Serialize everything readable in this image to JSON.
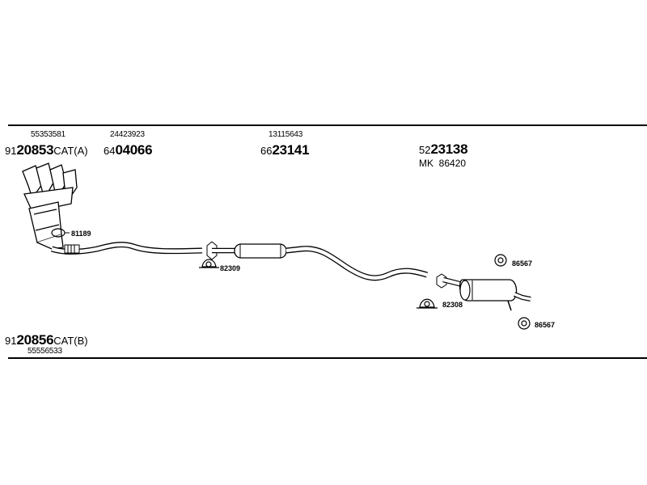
{
  "top_group": {
    "manifold": {
      "oe": "55353581",
      "prefix": "91",
      "number": "20853",
      "suffix": "CAT(A)"
    },
    "front_pipe": {
      "oe": "24423923",
      "prefix": "64",
      "number": "04066"
    },
    "middle_silencer": {
      "oe": "13115643",
      "prefix": "66",
      "number": "23141"
    },
    "rear_silencer": {
      "prefix": "52",
      "number": "23138",
      "kit_code": "MK",
      "kit_number": "86420"
    }
  },
  "bottom_group": {
    "catalyst_b": {
      "prefix": "91",
      "number": "20856",
      "suffix": "CAT(B)",
      "oe": "55556533"
    }
  },
  "part_tags": {
    "gasket": "81189",
    "clamp_front": "82309",
    "clamp_rear": "82308",
    "rubber_mount_upper": "86567",
    "rubber_mount_lower": "86567"
  }
}
